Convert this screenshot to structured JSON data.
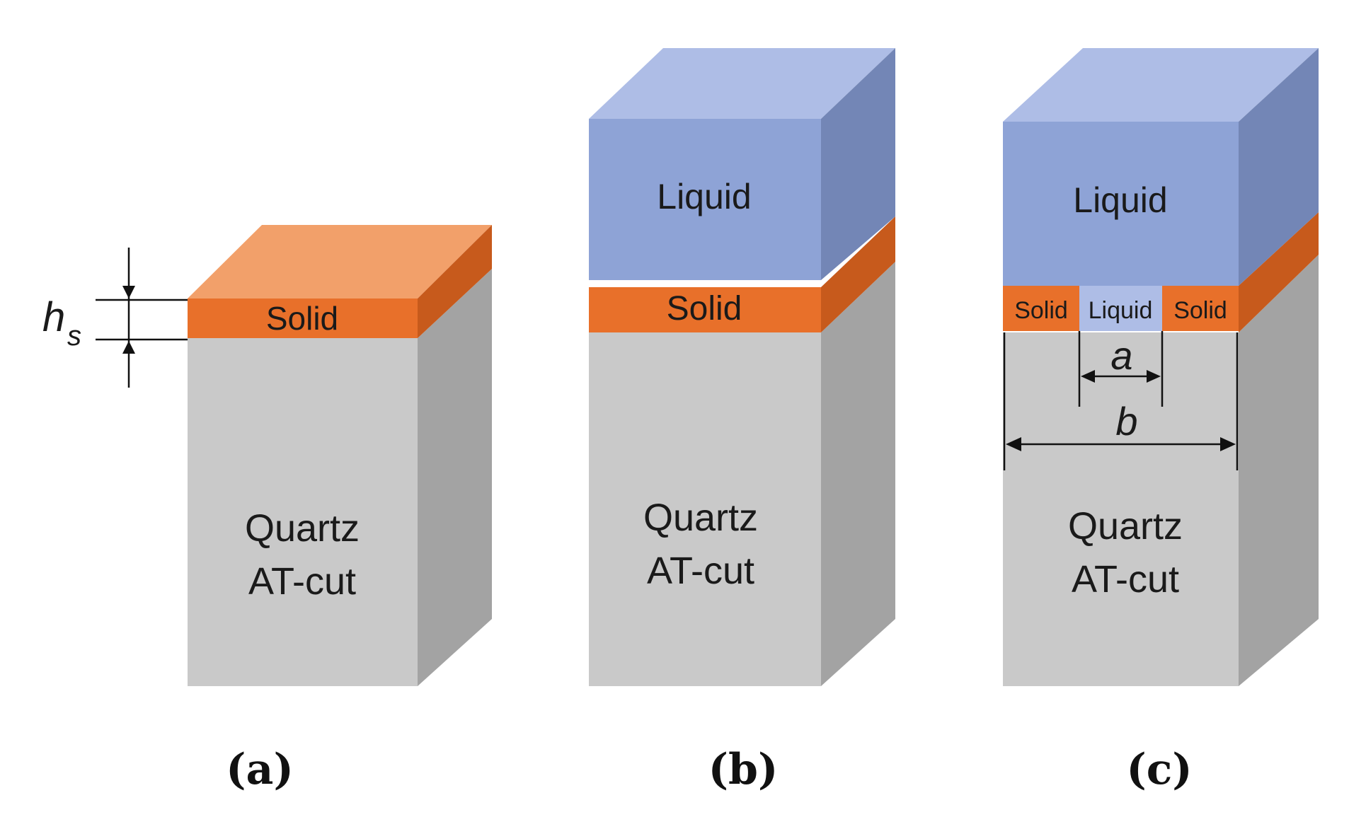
{
  "panels": {
    "a": {
      "id_label": "(a)",
      "solid_label": "Solid",
      "quartz_line1": "Quartz",
      "quartz_line2": "AT-cut",
      "thickness_symbol": "h",
      "thickness_subscript": "s"
    },
    "b": {
      "id_label": "(b)",
      "liquid_label": "Liquid",
      "solid_label": "Solid",
      "quartz_line1": "Quartz",
      "quartz_line2": "AT-cut"
    },
    "c": {
      "id_label": "(c)",
      "liquid_label": "Liquid",
      "solid_left_label": "Solid",
      "liquid_gap_label": "Liquid",
      "solid_right_label": "Solid",
      "quartz_line1": "Quartz",
      "quartz_line2": "AT-cut",
      "dim_a": "a",
      "dim_b": "b"
    }
  },
  "colors": {
    "quartz_front": "#c9c9c9",
    "quartz_side": "#a3a3a3",
    "solid_front": "#e8702a",
    "solid_top": "#f2a06a",
    "solid_side": "#c75a1c",
    "liquid_front": "#8ea3d6",
    "liquid_top": "#aebde6",
    "liquid_side": "#7386b6"
  }
}
